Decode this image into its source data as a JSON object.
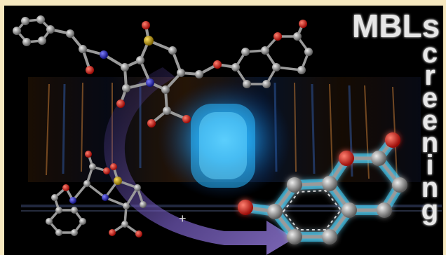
{
  "title": {
    "prefix": "MBLs",
    "vertical_letters": [
      "c",
      "r",
      "e",
      "e",
      "n",
      "i",
      "n",
      "g"
    ]
  },
  "colors": {
    "background": "#000000",
    "frame": "#f6e8bf",
    "glow": "#1fa8ff",
    "carbon": "#9a9a9a",
    "oxygen": "#e0201a",
    "nitrogen": "#2a2ae0",
    "sulfur": "#c9a800",
    "arrow": "#8a6fd0"
  }
}
